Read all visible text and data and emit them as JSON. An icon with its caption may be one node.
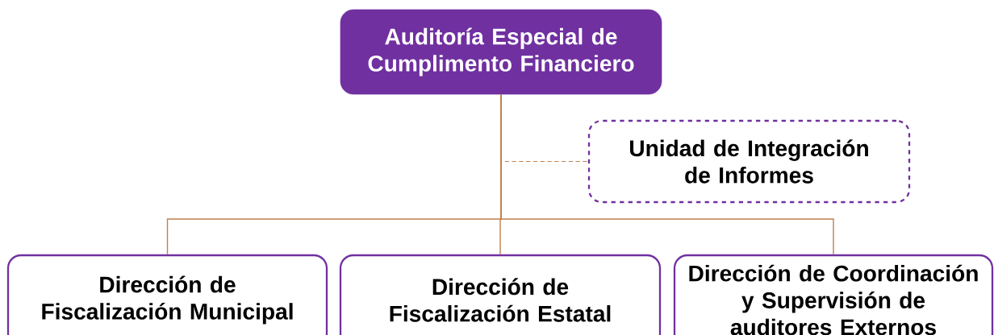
{
  "diagram": {
    "nodes": [
      {
        "text": [
          "Auditoría Especial de Cumplimento Financiero"
        ]
      },
      {
        "text": [
          "Unidad de Integración de Informes"
        ]
      },
      {
        "text": [
          "Dirección de Fiscalización Municipal"
        ]
      },
      {
        "text": [
          "Dirección de Fiscalización Estatal"
        ]
      },
      {
        "text": [
          "Dirección de Coordinación y Supervisión de auditores Externos"
        ]
      }
    ],
    "edges": [
      {
        "from": 0,
        "to": 1,
        "arrow": "none",
        "style": "dashed"
      },
      {
        "from": 0,
        "to": 2,
        "arrow": "none"
      },
      {
        "from": 0,
        "to": 3,
        "arrow": "none"
      },
      {
        "from": 0,
        "to": 4,
        "arrow": "none"
      }
    ]
  }
}
